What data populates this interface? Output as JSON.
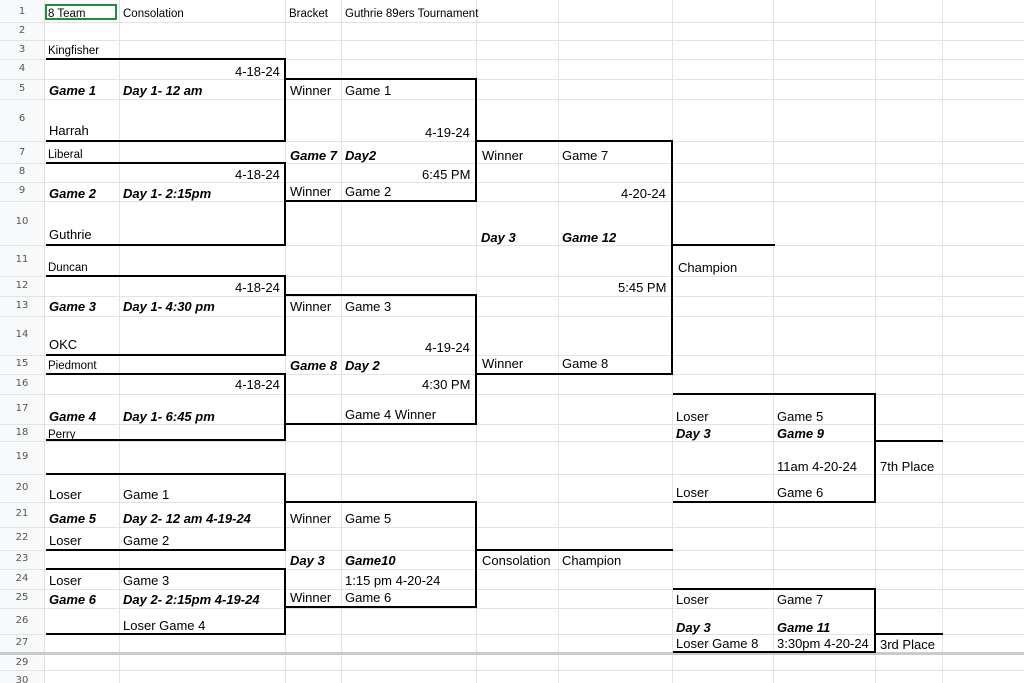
{
  "row_numbers": [
    "1",
    "2",
    "3",
    "4",
    "5",
    "6",
    "7",
    "8",
    "9",
    "10",
    "11",
    "12",
    "13",
    "14",
    "15",
    "16",
    "17",
    "18",
    "19",
    "20",
    "21",
    "22",
    "23",
    "24",
    "25",
    "26",
    "27",
    "29",
    "30"
  ],
  "header": {
    "a1": "8 Team",
    "b1": "Consolation",
    "c1": "Bracket",
    "d1": "Guthrie 89ers Tournament"
  },
  "cells": {
    "kingfisher": "Kingfisher",
    "date_g1": "4-18-24",
    "game1": "Game 1",
    "game1_time": "Day 1- 12 am",
    "winner_g1": "Winner",
    "winner_g1_game": "Game 1",
    "harrah": "Harrah",
    "date_day2_top": "4-19-24",
    "liberal": "Liberal",
    "game7": "Game 7",
    "day2_a": "Day2",
    "winner_g7": "Winner",
    "winner_g7_game": "Game 7",
    "date_g2": "4-18-24",
    "time_g7": "6:45 PM",
    "game2": "Game 2",
    "game2_time": "Day 1- 2:15pm",
    "winner_g2": "Winner",
    "winner_g2_game": "Game 2",
    "date_final": "4-20-24",
    "guthrie": "Guthrie",
    "day3_final": "Day 3",
    "game12": "Game 12",
    "duncan": "Duncan",
    "champion": "Champion",
    "date_g3": "4-18-24",
    "time_final": "5:45 PM",
    "game3": "Game 3",
    "game3_time": "Day 1-  4:30 pm",
    "winner_g3": "Winner",
    "winner_g3_game": "Game 3",
    "okc": "OKC",
    "date_day2_bot": "4-19-24",
    "piedmont": "Piedmont",
    "game8": "Game 8",
    "day2_b": "Day 2",
    "winner_g8": "Winner",
    "winner_g8_game": "Game 8",
    "date_g4": "4-18-24",
    "time_g8": "4:30 PM",
    "game4": "Game 4",
    "game4_time": "Day 1- 6:45 pm",
    "game4_winner": "Game 4 Winner",
    "loser_g5_top": "Loser",
    "loser_g5_game": "Game 5",
    "day3_g9": "Day 3",
    "game9": "Game 9",
    "perry": "Perry",
    "time_g9": "11am 4-20-24",
    "seventh": "7th  Place",
    "loser_r20": "Loser",
    "loser_r20_game": "Game 1",
    "loser_g6_r20": "Loser",
    "loser_g6_game": "Game 6",
    "game5": "Game 5",
    "game5_time": "Day 2- 12 am 4-19-24",
    "winner_g5": "Winner",
    "winner_g5_game": "Game 5",
    "loser_r22": "Loser",
    "loser_r22_game": "Game 2",
    "day3_g10": "Day 3",
    "game10": "Game10",
    "consolation": "Consolation",
    "consolation_champ": "Champion",
    "loser_r24": "Loser",
    "loser_r24_game": "Game 3",
    "time_g10": "1:15 pm 4-20-24",
    "game6": "Game 6",
    "game6_time": "Day 2- 2:15pm 4-19-24",
    "winner_g6": "Winner",
    "winner_g6_game": "Game 6",
    "loser_g7": "Loser",
    "loser_g7_game": "Game 7",
    "loser_game4": "Loser Game 4",
    "day3_g11": "Day 3",
    "game11": "Game 11",
    "loser_game8": "Loser Game 8",
    "time_g11": "3:30pm 4-20-24",
    "third": "3rd Place"
  }
}
